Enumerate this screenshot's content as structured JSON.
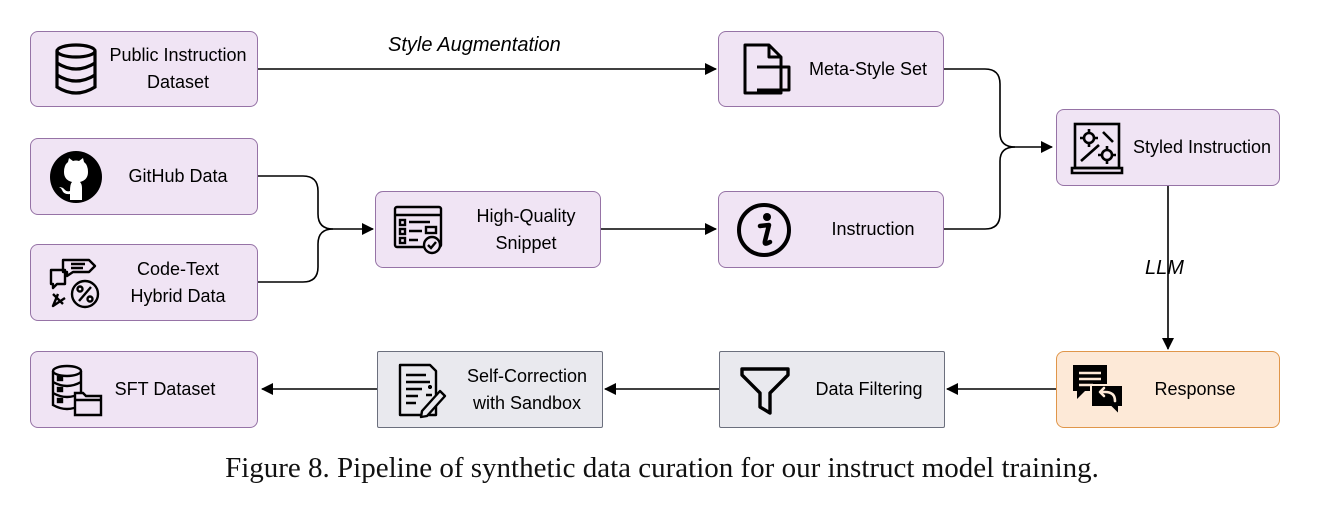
{
  "nodes": {
    "public": {
      "label": "Public Instruction\nDataset",
      "icon": "database-icon"
    },
    "meta": {
      "label": "Meta-Style Set",
      "icon": "document-icon"
    },
    "styled": {
      "label": "Styled Instruction",
      "icon": "settings-panel-icon"
    },
    "github": {
      "label": "GitHub Data",
      "icon": "github-icon"
    },
    "hq": {
      "label": "High-Quality\nSnippet",
      "icon": "checklist-window-icon"
    },
    "instruction": {
      "label": "Instruction",
      "icon": "info-icon"
    },
    "codetext": {
      "label": "Code-Text\nHybrid Data",
      "icon": "chat-percent-icon"
    },
    "sft": {
      "label": "SFT Dataset",
      "icon": "database-folder-icon"
    },
    "selfcorr": {
      "label": "Self-Correction\nwith Sandbox",
      "icon": "clipboard-edit-icon"
    },
    "filter": {
      "label": "Data Filtering",
      "icon": "filter-icon"
    },
    "response": {
      "label": "Response",
      "icon": "chat-reply-icon"
    }
  },
  "edge_labels": {
    "style_augmentation": "Style Augmentation",
    "llm": "LLM"
  },
  "caption": "Figure 8. Pipeline of synthetic data curation for our instruct model training.",
  "colors": {
    "purple_fill": "#f0e4f4",
    "purple_border": "#9673a6",
    "gray_fill": "#e9e9ee",
    "gray_border": "#6b6f7d",
    "orange_fill": "#fde9d7",
    "orange_border": "#e0964a"
  }
}
